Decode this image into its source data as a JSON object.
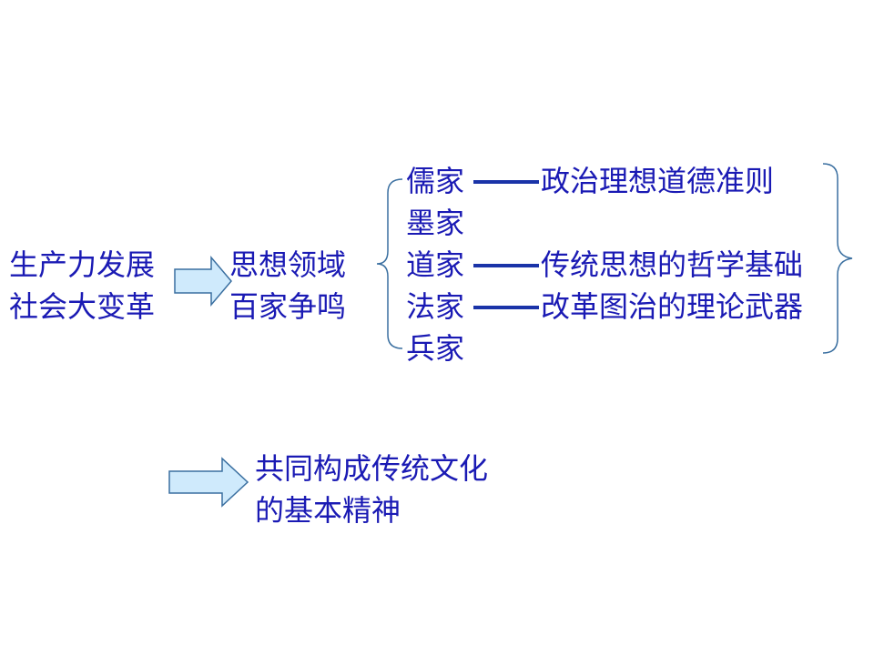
{
  "colors": {
    "text": "#1a1ab4",
    "connector": "#1a33a8",
    "arrow_fill": "#cfeafc",
    "arrow_stroke": "#3a6fa0",
    "brace": "#3a6fa0"
  },
  "cause": {
    "line1": "生产力发展",
    "line2": "社会大变革"
  },
  "effect": {
    "line1": "思想领域",
    "line2": "百家争鸣"
  },
  "schools": [
    {
      "name": "儒家",
      "role": "政治理想道德准则"
    },
    {
      "name": "墨家",
      "role": ""
    },
    {
      "name": "道家",
      "role": "传统思想的哲学基础"
    },
    {
      "name": "法家",
      "role": "改革图治的理论武器"
    },
    {
      "name": "兵家",
      "role": ""
    }
  ],
  "conclusion": {
    "line1": "共同构成传统文化",
    "line2": "的基本精神"
  }
}
